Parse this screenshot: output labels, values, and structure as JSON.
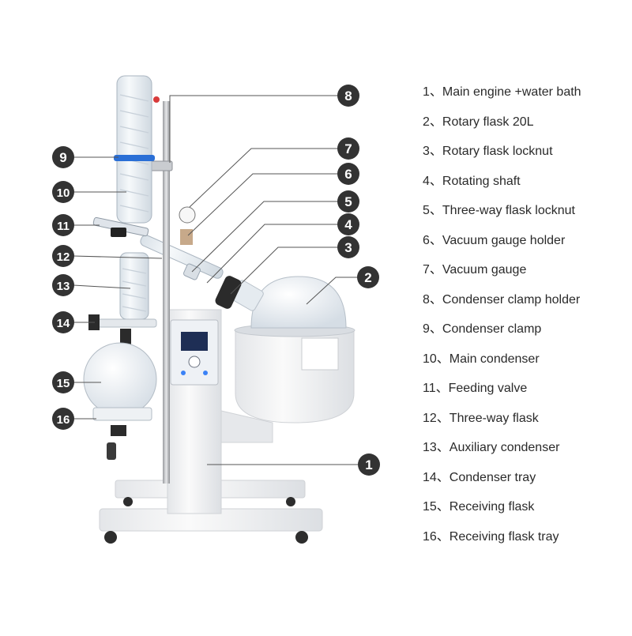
{
  "callouts": [
    {
      "number": "8",
      "label": "Condenser clamp holder"
    },
    {
      "number": "7",
      "label": "Vacuum gauge"
    },
    {
      "number": "6",
      "label": "Vacuum gauge holder"
    },
    {
      "number": "5",
      "label": "Three-way flask locknut"
    },
    {
      "number": "4",
      "label": "Rotating shaft"
    },
    {
      "number": "3",
      "label": "Rotary flask locknut"
    },
    {
      "number": "2",
      "label": "Rotary flask 20L"
    },
    {
      "number": "1",
      "label": "Main engine +water bath"
    },
    {
      "number": "9",
      "label": "Condenser clamp"
    },
    {
      "number": "10",
      "label": "Main condenser"
    },
    {
      "number": "11",
      "label": "Feeding valve"
    },
    {
      "number": "12",
      "label": "Three-way flask"
    },
    {
      "number": "13",
      "label": "Auxiliary condenser"
    },
    {
      "number": "14",
      "label": "Condenser tray"
    },
    {
      "number": "15",
      "label": "Receiving flask"
    },
    {
      "number": "16",
      "label": "Receiving flask tray"
    }
  ],
  "legend": [
    "1、Main engine +water bath",
    "2、Rotary flask 20L",
    "3、Rotary flask locknut",
    "4、Rotating shaft",
    "5、Three-way flask locknut",
    "6、Vacuum gauge holder",
    "7、Vacuum gauge",
    "8、Condenser clamp holder",
    "9、Condenser clamp",
    "10、Main condenser",
    "11、Feeding valve",
    "12、Three-way flask",
    "13、Auxiliary condenser",
    "14、Condenser tray",
    "15、Receiving flask",
    "16、Receiving flask tray"
  ],
  "colors": {
    "badge": "#333333",
    "badge_text": "#ffffff",
    "leader_line": "#555555",
    "frame": "#f2f3f5",
    "glass": "#e9eef3",
    "clamp_blue": "#2a6fd6",
    "screen": "#1e2e55",
    "text": "#2a2a2a"
  }
}
